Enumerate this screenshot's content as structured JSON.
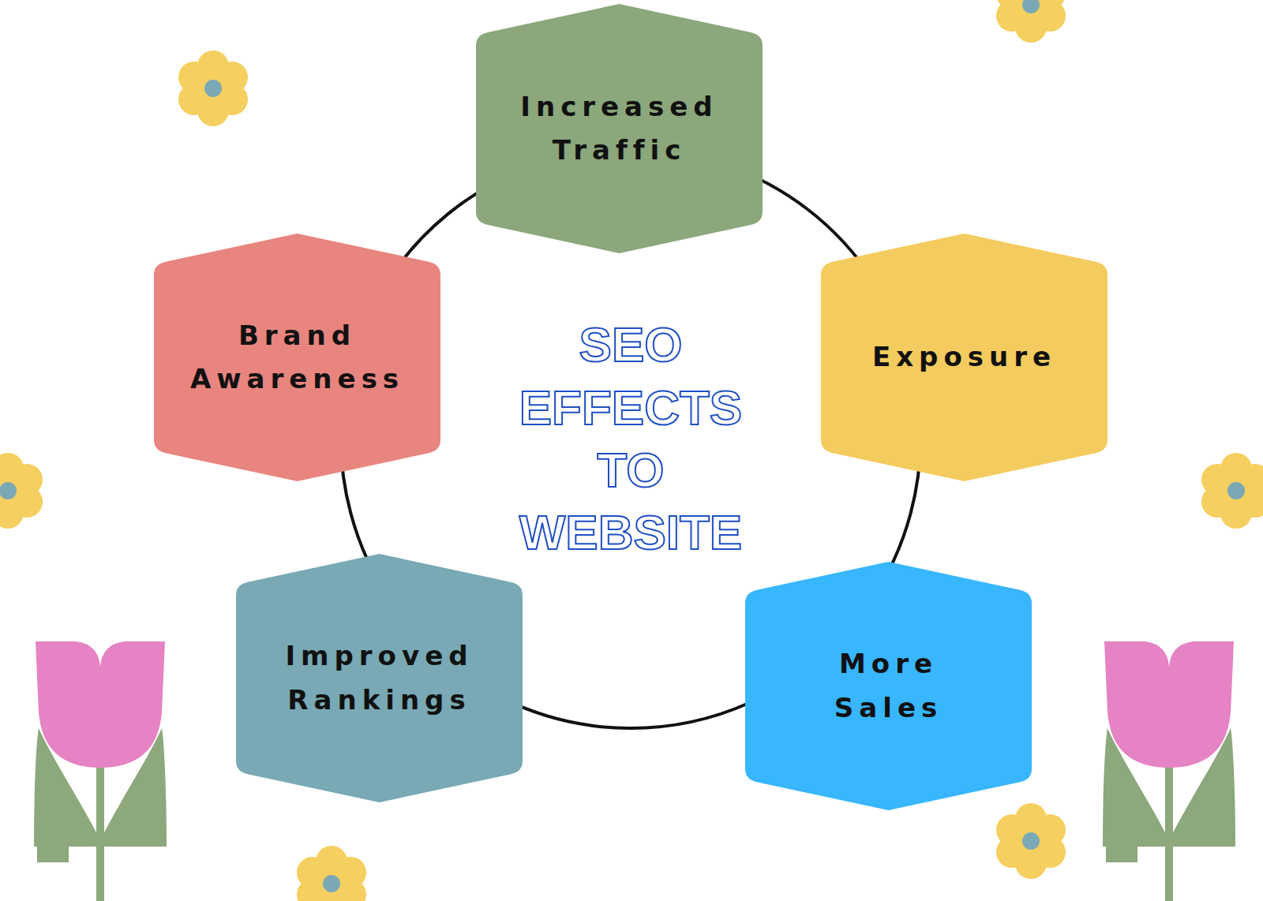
{
  "diagram": {
    "title": "SEO EFFECTS TO WEBSITE",
    "nodes": [
      {
        "text": [
          "Increased Traffic"
        ]
      },
      {
        "text": [
          "Brand Awareness"
        ]
      },
      {
        "text": [
          "Exposure"
        ]
      },
      {
        "text": [
          "Improved Rankings"
        ]
      },
      {
        "text": [
          "More Sales"
        ]
      }
    ],
    "edges": [
      {
        "from": 0,
        "to": 2,
        "arrow": "none"
      },
      {
        "from": 2,
        "to": 4,
        "arrow": "none"
      },
      {
        "from": 4,
        "to": 3,
        "arrow": "none"
      },
      {
        "from": 3,
        "to": 1,
        "arrow": "none"
      },
      {
        "from": 1,
        "to": 0,
        "arrow": "none"
      }
    ]
  }
}
